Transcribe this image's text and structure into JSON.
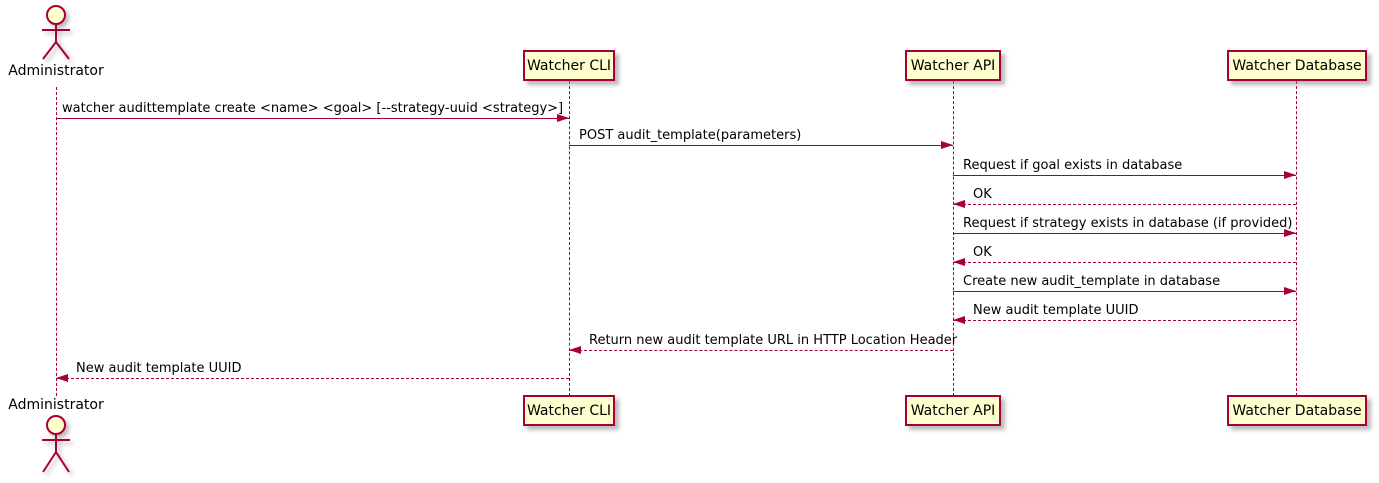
{
  "diagram_type": "sequence-diagram",
  "colors": {
    "accent": "#A80036",
    "participant_fill": "#FEFECE",
    "text": "#000000",
    "background": "#FFFFFF"
  },
  "actors": [
    {
      "name": "Administrator",
      "kind": "actor"
    },
    {
      "name": "Watcher CLI",
      "kind": "participant"
    },
    {
      "name": "Watcher API",
      "kind": "participant"
    },
    {
      "name": "Watcher Database",
      "kind": "participant"
    }
  ],
  "messages": [
    {
      "from": "Administrator",
      "to": "Watcher CLI",
      "text": "watcher audittemplate create <name> <goal> [--strategy-uuid <strategy>]",
      "line": "solid",
      "direction": "right"
    },
    {
      "from": "Watcher CLI",
      "to": "Watcher API",
      "text": "POST audit_template(parameters)",
      "line": "solid",
      "direction": "right"
    },
    {
      "from": "Watcher API",
      "to": "Watcher Database",
      "text": "Request if goal exists in database",
      "line": "solid",
      "direction": "right"
    },
    {
      "from": "Watcher Database",
      "to": "Watcher API",
      "text": "OK",
      "line": "dashed",
      "direction": "left"
    },
    {
      "from": "Watcher API",
      "to": "Watcher Database",
      "text": "Request if strategy exists in database (if provided)",
      "line": "solid",
      "direction": "right"
    },
    {
      "from": "Watcher Database",
      "to": "Watcher API",
      "text": "OK",
      "line": "dashed",
      "direction": "left"
    },
    {
      "from": "Watcher API",
      "to": "Watcher Database",
      "text": "Create new audit_template in database",
      "line": "solid",
      "direction": "right"
    },
    {
      "from": "Watcher Database",
      "to": "Watcher API",
      "text": "New audit template UUID",
      "line": "dashed",
      "direction": "left"
    },
    {
      "from": "Watcher API",
      "to": "Watcher CLI",
      "text": "Return new audit template URL in HTTP Location Header",
      "line": "dashed",
      "direction": "left"
    },
    {
      "from": "Watcher CLI",
      "to": "Administrator",
      "text": "New audit template UUID",
      "line": "dashed",
      "direction": "left"
    }
  ]
}
